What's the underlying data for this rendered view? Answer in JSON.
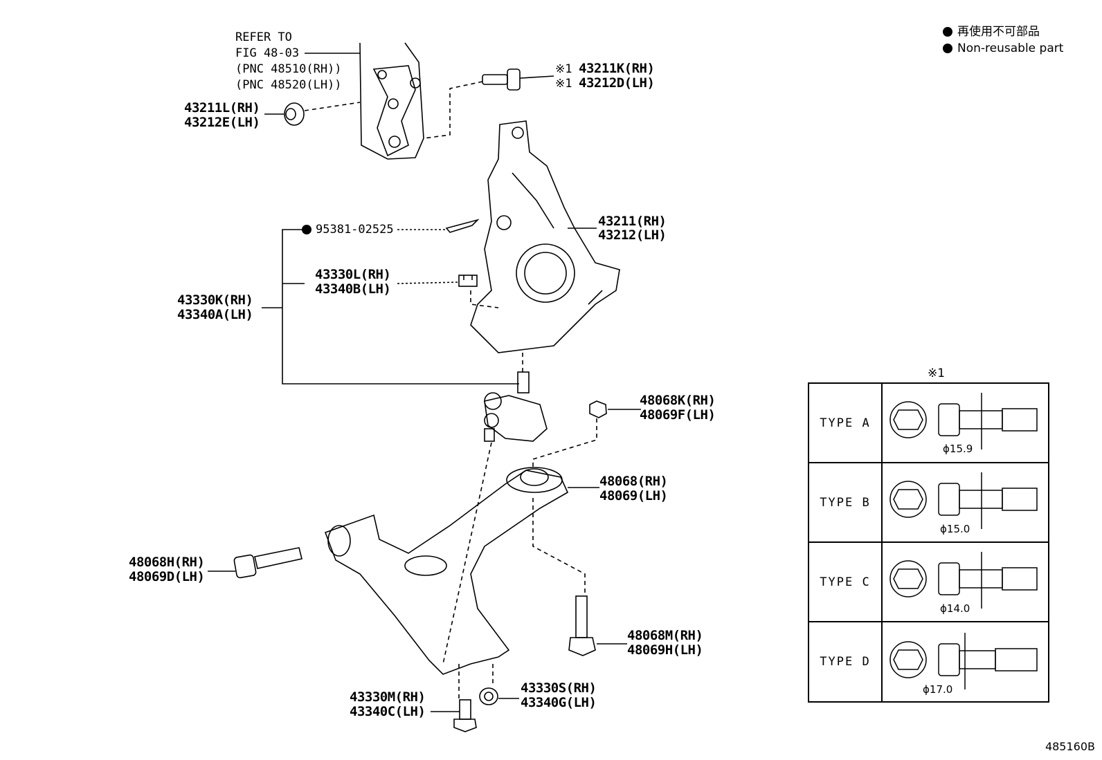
{
  "legend": {
    "items": [
      {
        "label": "再使用不可部品"
      },
      {
        "label": "Non-reusable part"
      }
    ]
  },
  "figure_number": "485160B",
  "labels": {
    "refer_1": "REFER TO",
    "refer_2": "FIG 48-03",
    "refer_3": "(PNC 48510(RH))",
    "refer_4": "(PNC 48520(LH))",
    "p43211L": "43211L(RH)",
    "p43212E": "43212E(LH)",
    "mark1a": "※1",
    "mark1b": "※1",
    "p43211K": "43211K(RH)",
    "p43212D": "43212D(LH)",
    "p95381": "95381-02525",
    "p43211": "43211(RH)",
    "p43212": "43212(LH)",
    "p43330L": "43330L(RH)",
    "p43340B": "43340B(LH)",
    "p43330K": "43330K(RH)",
    "p43340A": "43340A(LH)",
    "p48068K": "48068K(RH)",
    "p48069F": "48069F(LH)",
    "p48068": "48068(RH)",
    "p48069": "48069(LH)",
    "p48068H": "48068H(RH)",
    "p48069D": "48069D(LH)",
    "p48068M": "48068M(RH)",
    "p48069H": "48069H(LH)",
    "p43330M": "43330M(RH)",
    "p43340C": "43340C(LH)",
    "p43330S": "43330S(RH)",
    "p43340G": "43340G(LH)"
  },
  "type_table": {
    "note": "※1",
    "rows": [
      {
        "type": "TYPE  A",
        "diameter": "ϕ15.9"
      },
      {
        "type": "TYPE  B",
        "diameter": "ϕ15.0"
      },
      {
        "type": "TYPE  C",
        "diameter": "ϕ14.0"
      },
      {
        "type": "TYPE  D",
        "diameter": "ϕ17.0"
      }
    ]
  }
}
